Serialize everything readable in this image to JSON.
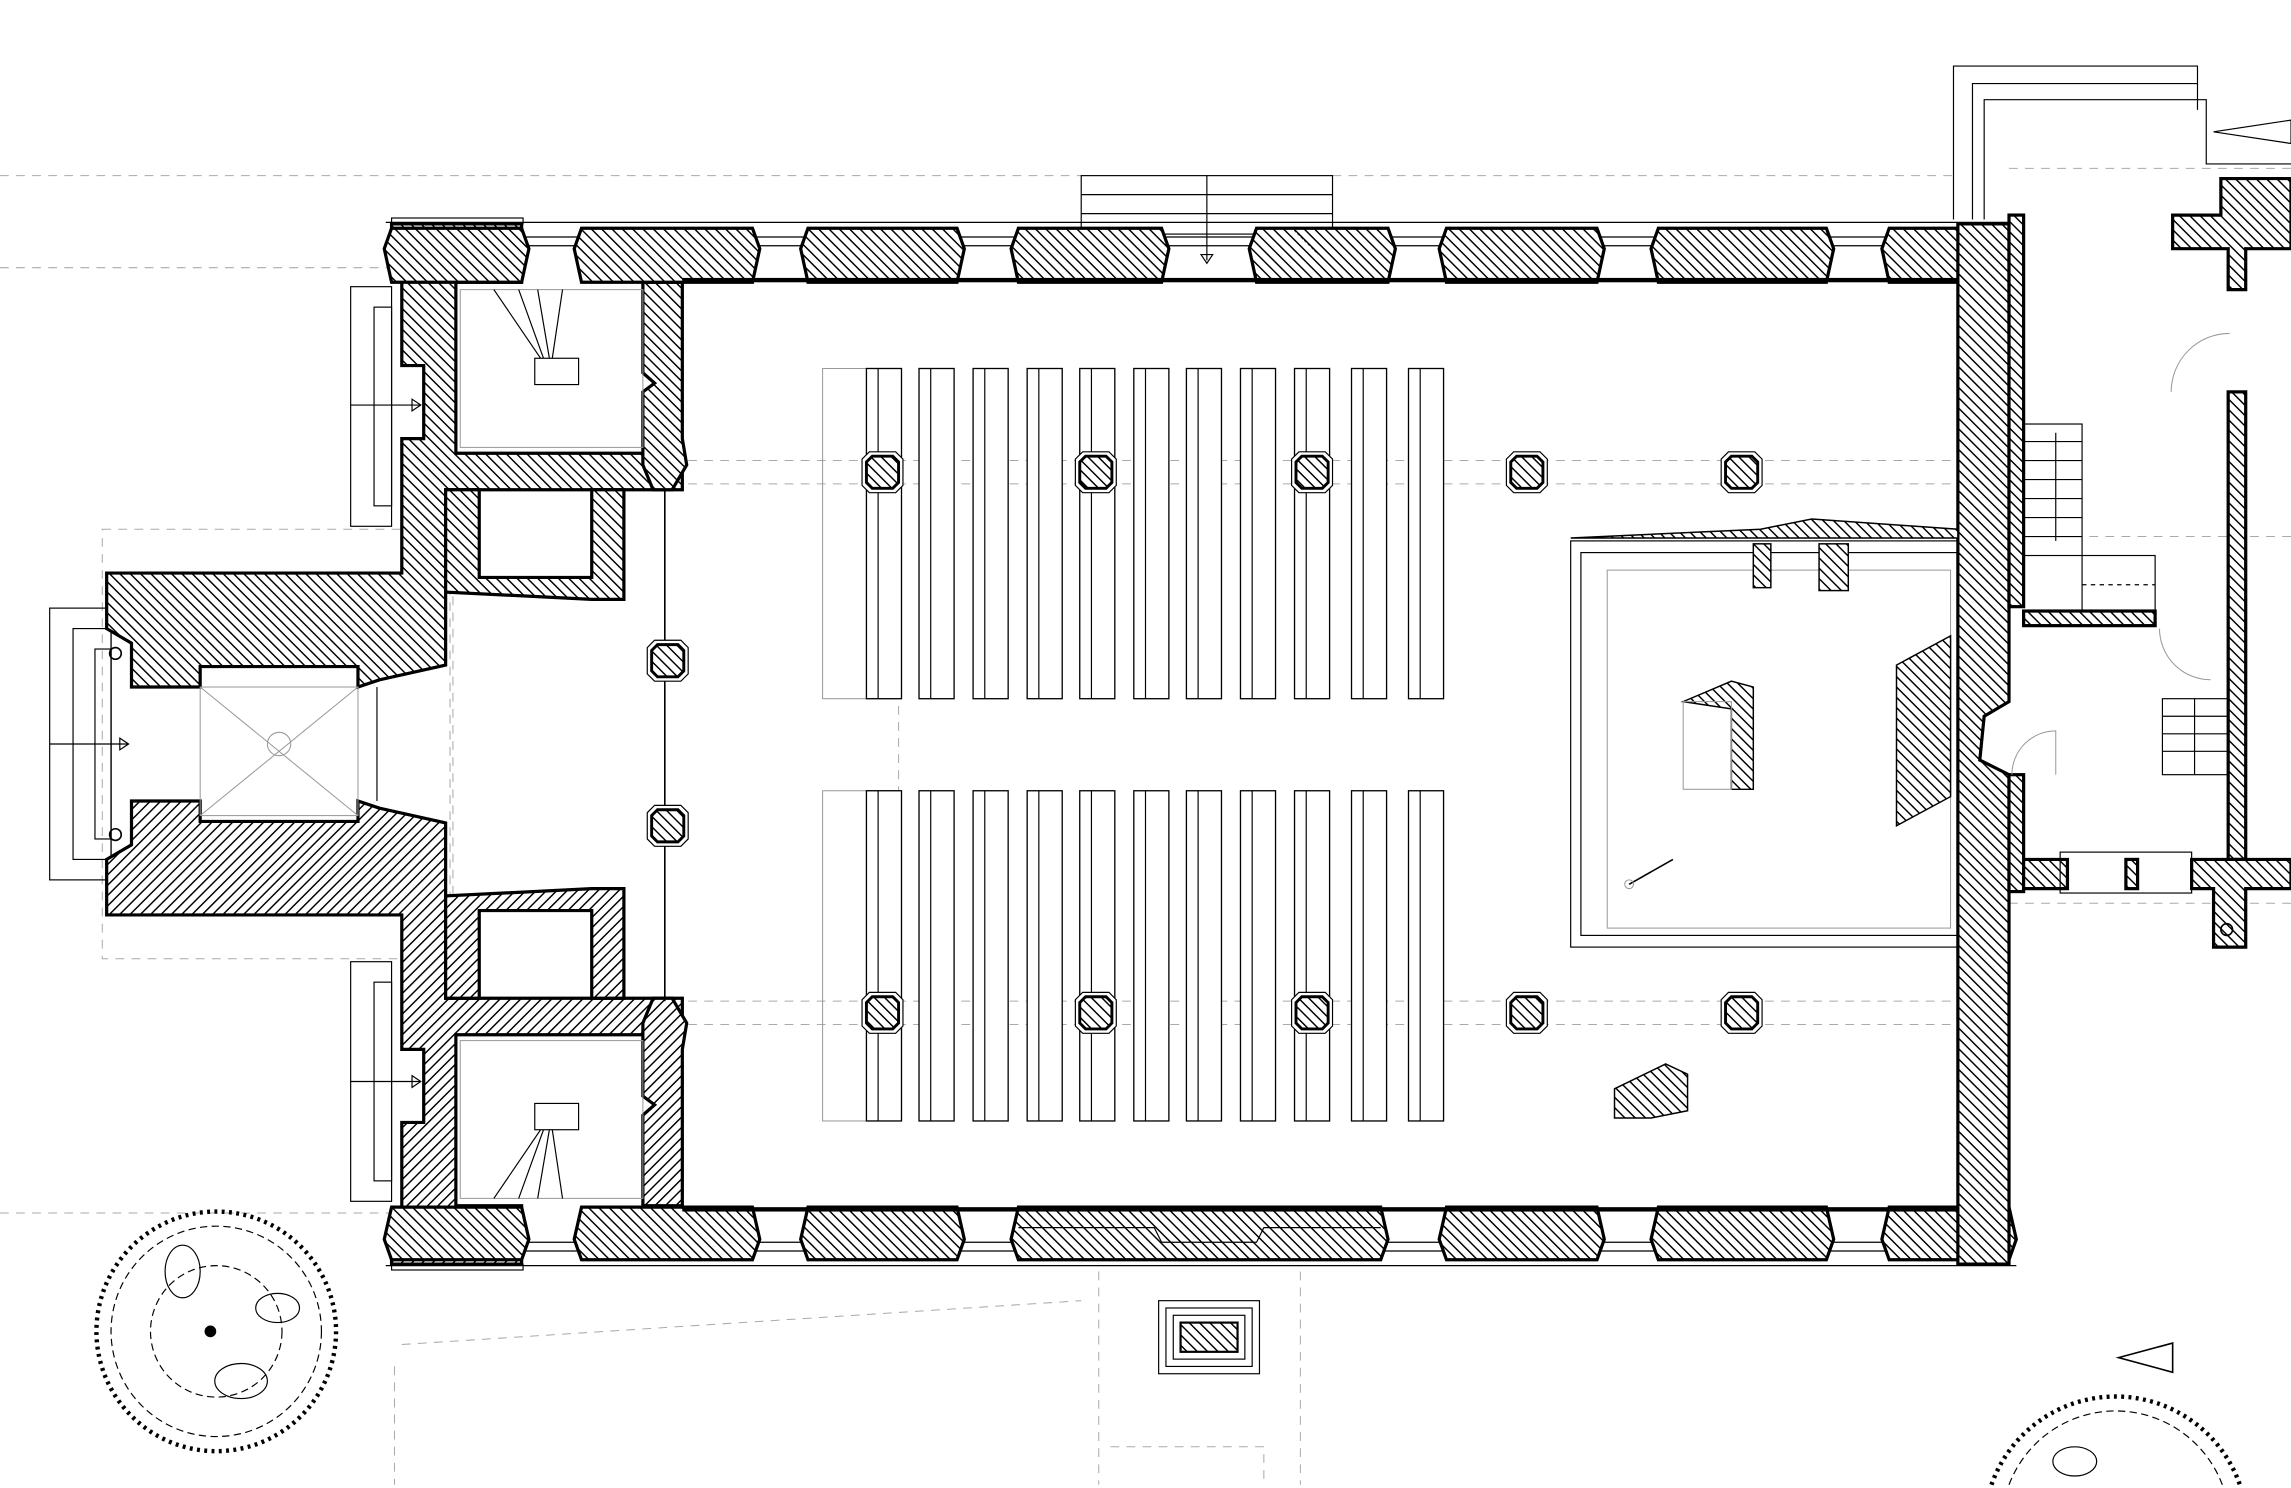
{
  "drawing": {
    "type": "architectural floor plan",
    "colors": {
      "line": "#000000",
      "hatch": "#000000",
      "guide": "#aaaaaa",
      "background": "#ffffff"
    }
  },
  "pews": {
    "blocks": 2,
    "columns_per_block": 11
  },
  "piers": {
    "nave_columns_per_row": 5,
    "rows": 2
  }
}
